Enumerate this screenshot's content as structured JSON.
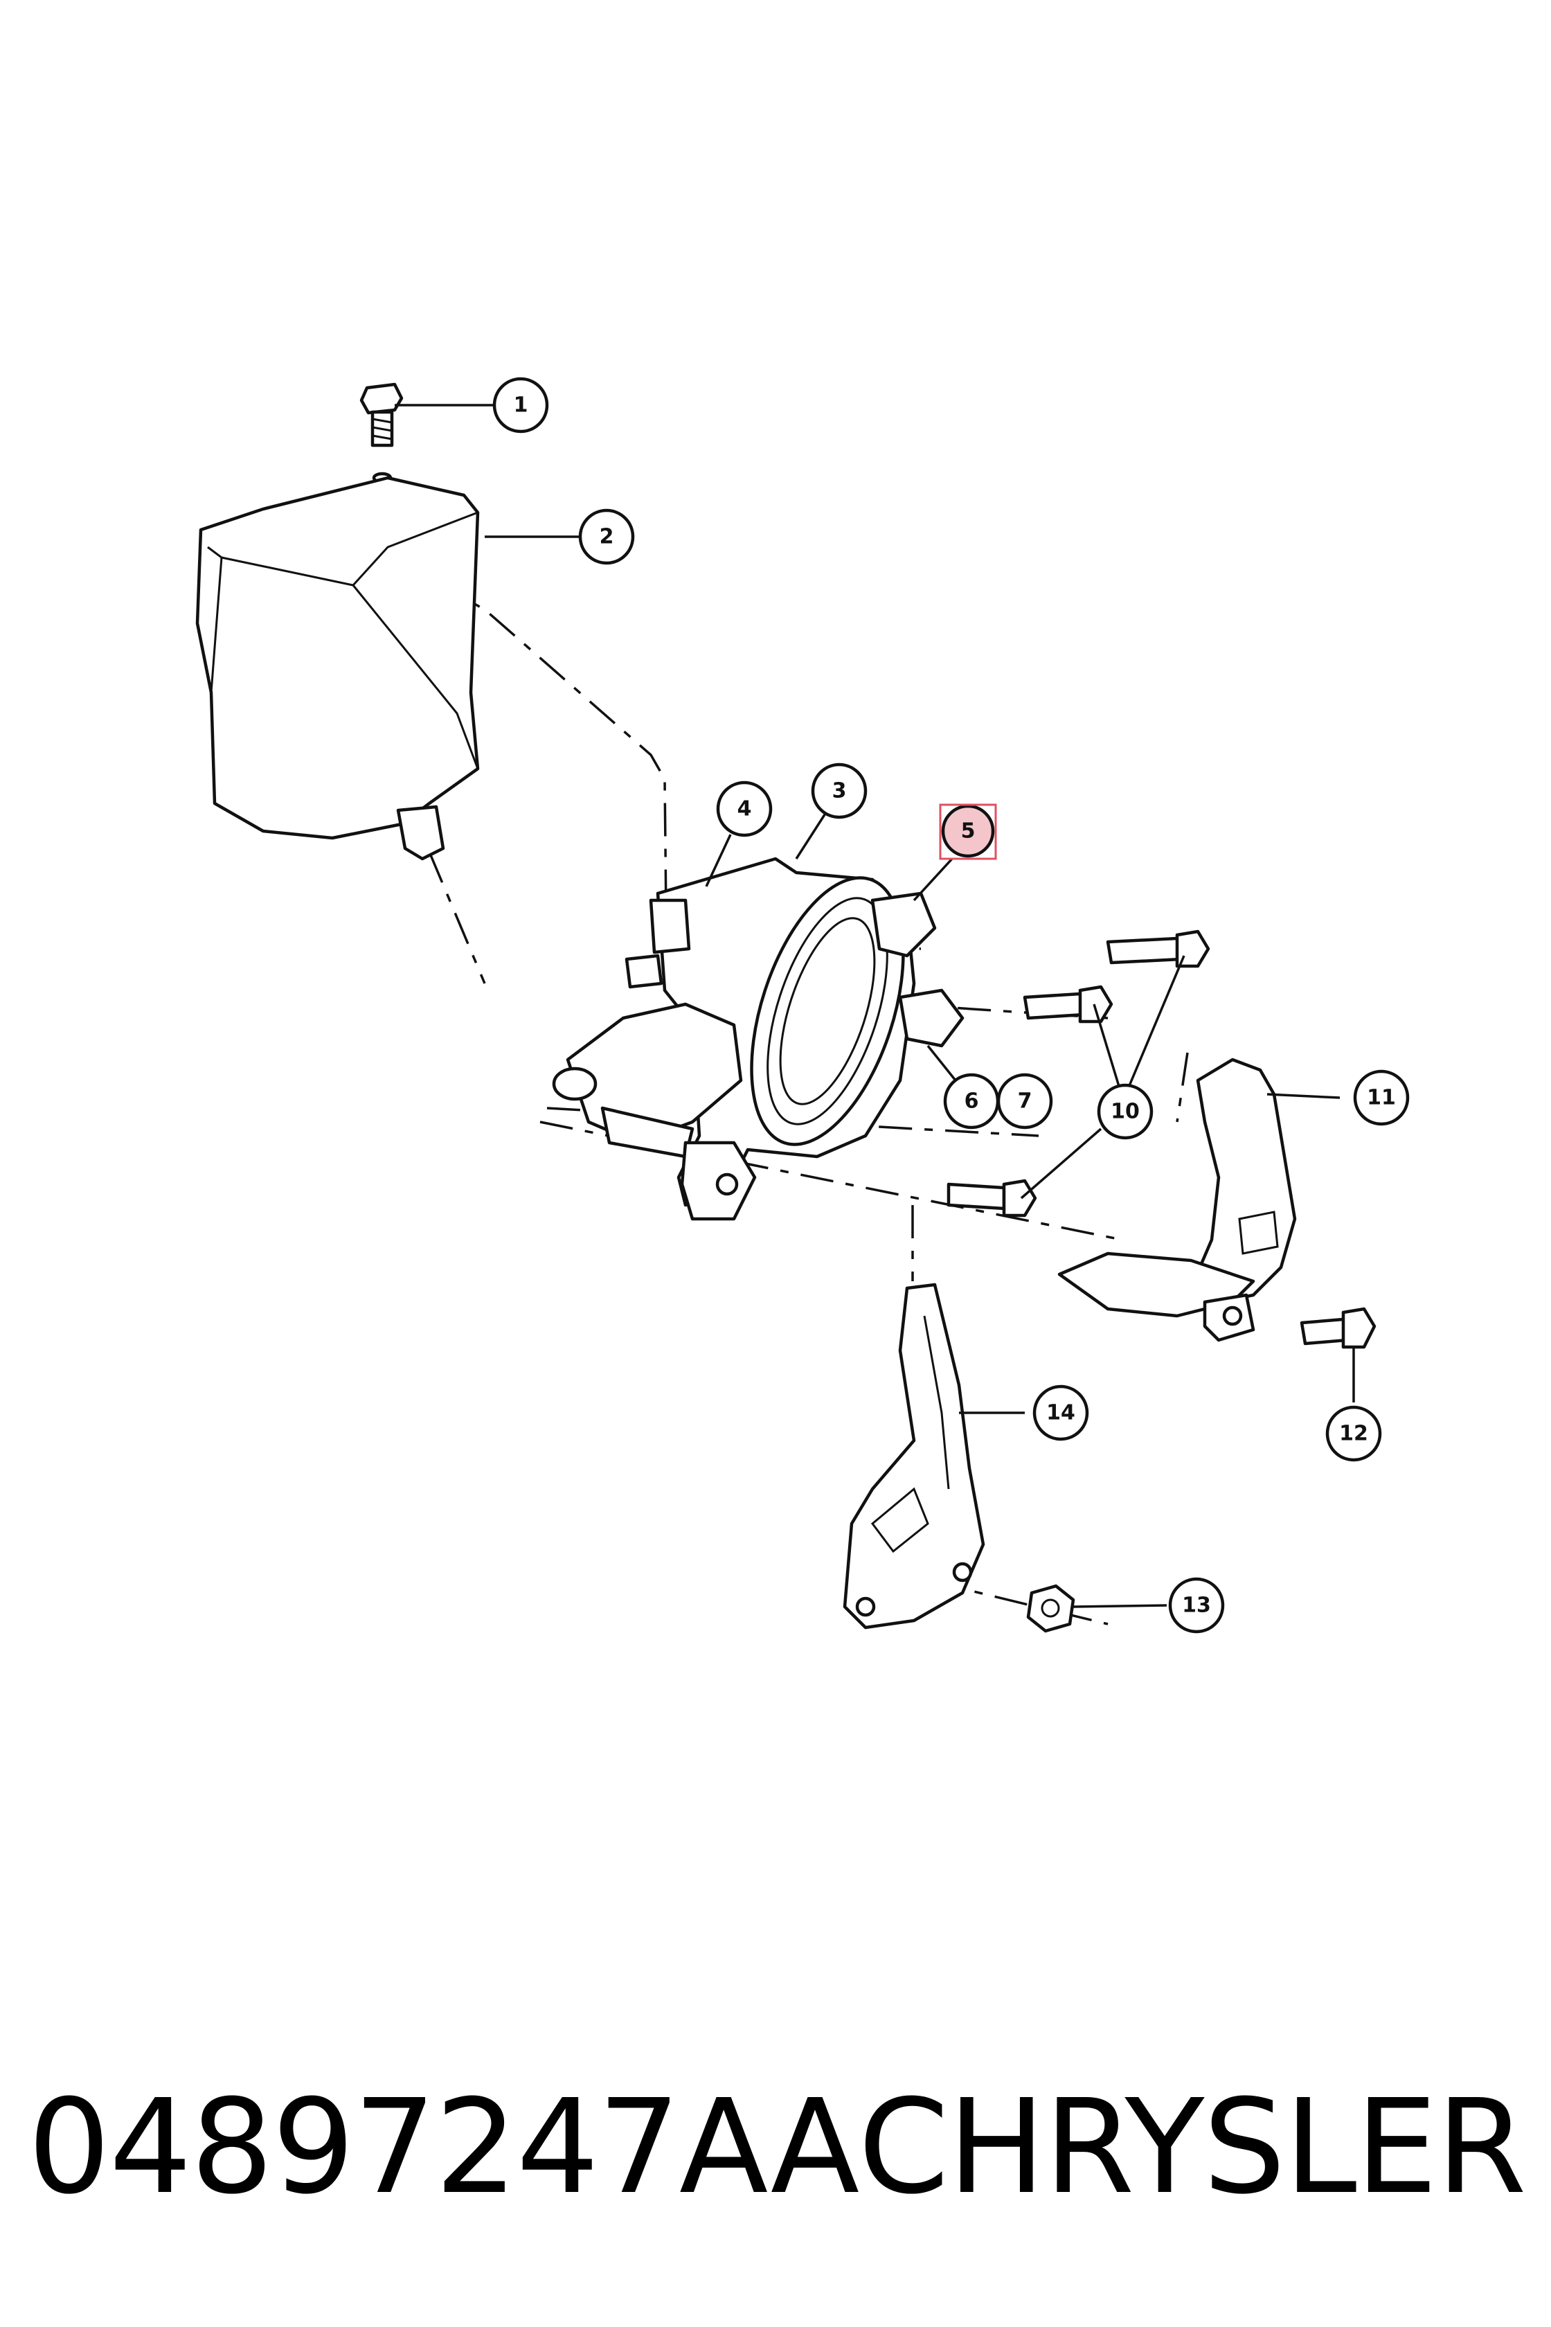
{
  "callouts": [
    "1",
    "2",
    "3",
    "4",
    "5",
    "6",
    "7",
    "10",
    "11",
    "12",
    "13",
    "14"
  ],
  "highlight_color": "#e05060",
  "footer": {
    "part_number": "04897247AA",
    "brand": "CHRYSLER"
  }
}
